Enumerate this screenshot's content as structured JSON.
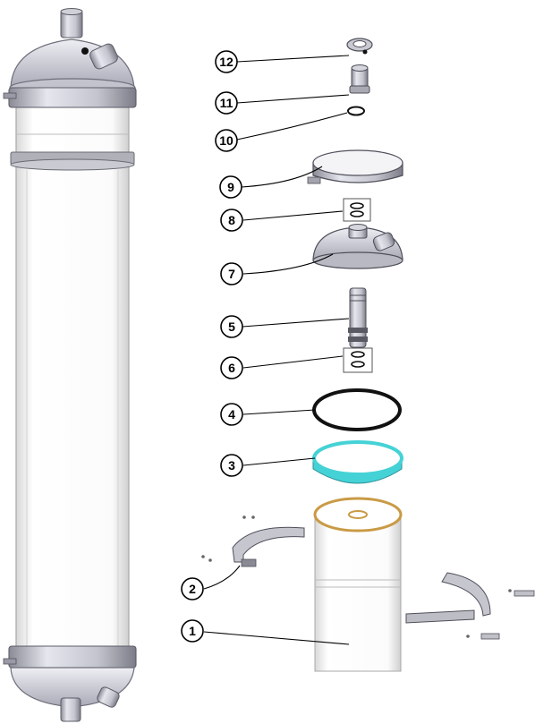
{
  "diagram": {
    "callouts": [
      {
        "id": "12",
        "label": "12"
      },
      {
        "id": "11",
        "label": "11"
      },
      {
        "id": "10",
        "label": "10"
      },
      {
        "id": "9",
        "label": "9"
      },
      {
        "id": "8",
        "label": "8"
      },
      {
        "id": "7",
        "label": "7"
      },
      {
        "id": "5",
        "label": "5"
      },
      {
        "id": "6",
        "label": "6"
      },
      {
        "id": "4",
        "label": "4"
      },
      {
        "id": "3",
        "label": "3"
      },
      {
        "id": "2",
        "label": "2"
      },
      {
        "id": "1",
        "label": "1"
      }
    ]
  },
  "colors": {
    "background": "#ffffff",
    "metal_light": "#e4e4ea",
    "metal_mid": "#b9b9c3",
    "metal_dark": "#7c7c88",
    "tube_fill": "#f7f7f7",
    "tube_edge": "#a8a8a8",
    "oring_black": "#111111",
    "band_cyan": "#45d2d6",
    "seal_gold": "#c99a45"
  }
}
